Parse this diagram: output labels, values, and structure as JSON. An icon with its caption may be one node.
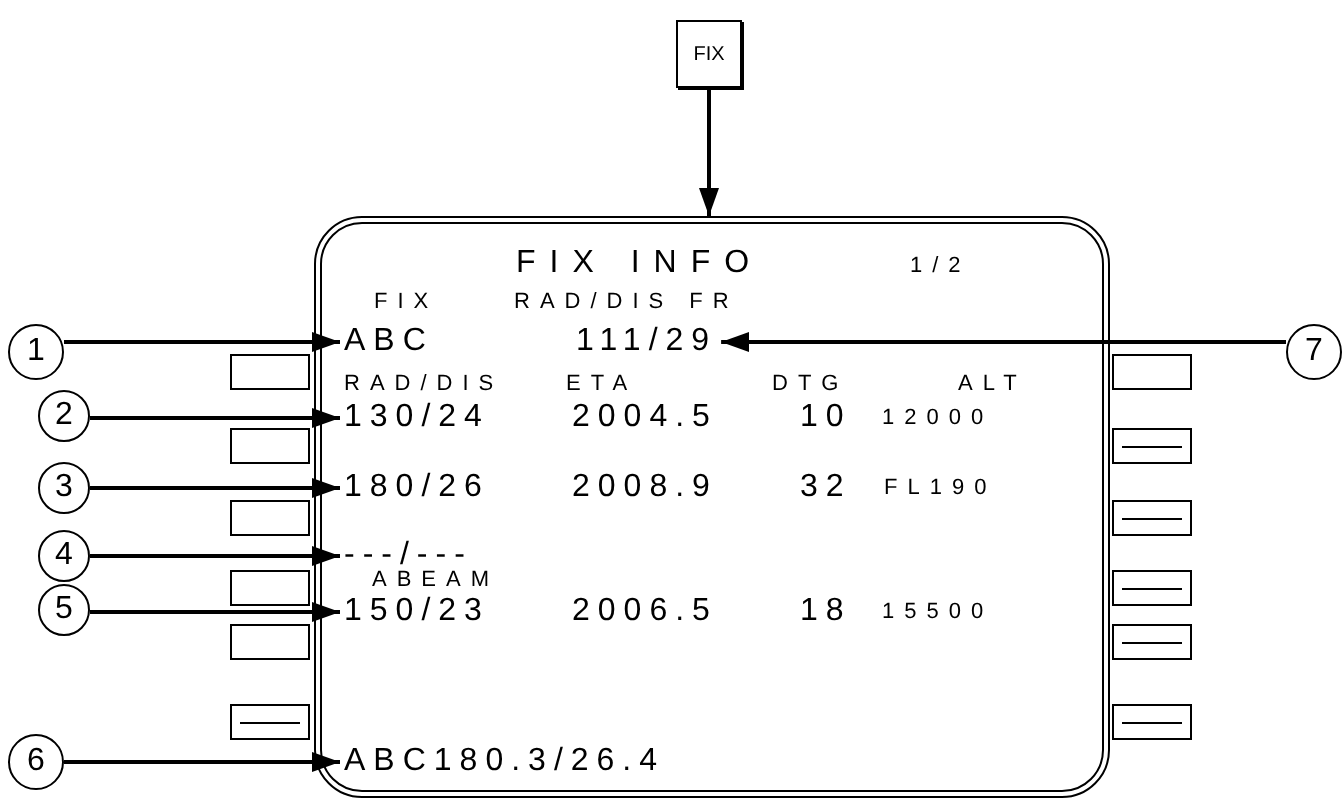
{
  "diagram": {
    "nodes": [
      {
        "text": [
          "FIX"
        ]
      },
      {
        "text": [
          "FIX INFO",
          "1/2"
        ]
      },
      {
        "text": [
          "1"
        ]
      },
      {
        "text": [
          "ABC"
        ],
        "in": 1
      },
      {
        "text": [
          "7"
        ]
      },
      {
        "text": [
          "111/29"
        ],
        "in": 1
      },
      {
        "text": [
          "2"
        ]
      },
      {
        "text": [
          "130/24"
        ],
        "in": 1
      },
      {
        "text": [
          "3"
        ]
      },
      {
        "text": [
          "180/26"
        ],
        "in": 1
      },
      {
        "text": [
          "4"
        ]
      },
      {
        "text": [
          "---/---"
        ],
        "in": 1
      },
      {
        "text": [
          "5"
        ]
      },
      {
        "text": [
          "150/23"
        ],
        "in": 1
      },
      {
        "text": [
          "6"
        ]
      },
      {
        "text": [
          "ABC180.3/26.4"
        ],
        "in": 1
      },
      {
        "text": [],
        "shape": "box"
      },
      {
        "text": [],
        "shape": "box"
      },
      {
        "text": [],
        "shape": "box"
      },
      {
        "text": [],
        "shape": "box"
      },
      {
        "text": [],
        "shape": "box"
      },
      {
        "text": [],
        "shape": "box"
      },
      {
        "text": [],
        "shape": "box"
      },
      {
        "text": [],
        "shape": "box"
      },
      {
        "text": [],
        "shape": "box"
      },
      {
        "text": [],
        "shape": "box"
      },
      {
        "text": [],
        "shape": "box"
      },
      {
        "text": [],
        "shape": "box"
      }
    ],
    "edges": [
      {
        "from": 0,
        "to": 1,
        "arrow": "to"
      },
      {
        "from": 2,
        "to": 3,
        "arrow": "to"
      },
      {
        "from": 4,
        "to": 5,
        "arrow": "to"
      },
      {
        "from": 6,
        "to": 7,
        "arrow": "to"
      },
      {
        "from": 8,
        "to": 9,
        "arrow": "to"
      },
      {
        "from": 10,
        "to": 11,
        "arrow": "to"
      },
      {
        "from": 12,
        "to": 13,
        "arrow": "to"
      },
      {
        "from": 14,
        "to": 15,
        "arrow": "to"
      }
    ],
    "labels": [
      "FIX",
      "RAD/DIS FR",
      "RAD/DIS",
      "ETA",
      "DTG",
      "ALT",
      "2004.5",
      "10",
      "12000",
      "2008.9",
      "32",
      "FL190",
      "ABEAM",
      "2006.5",
      "18",
      "15500"
    ]
  }
}
